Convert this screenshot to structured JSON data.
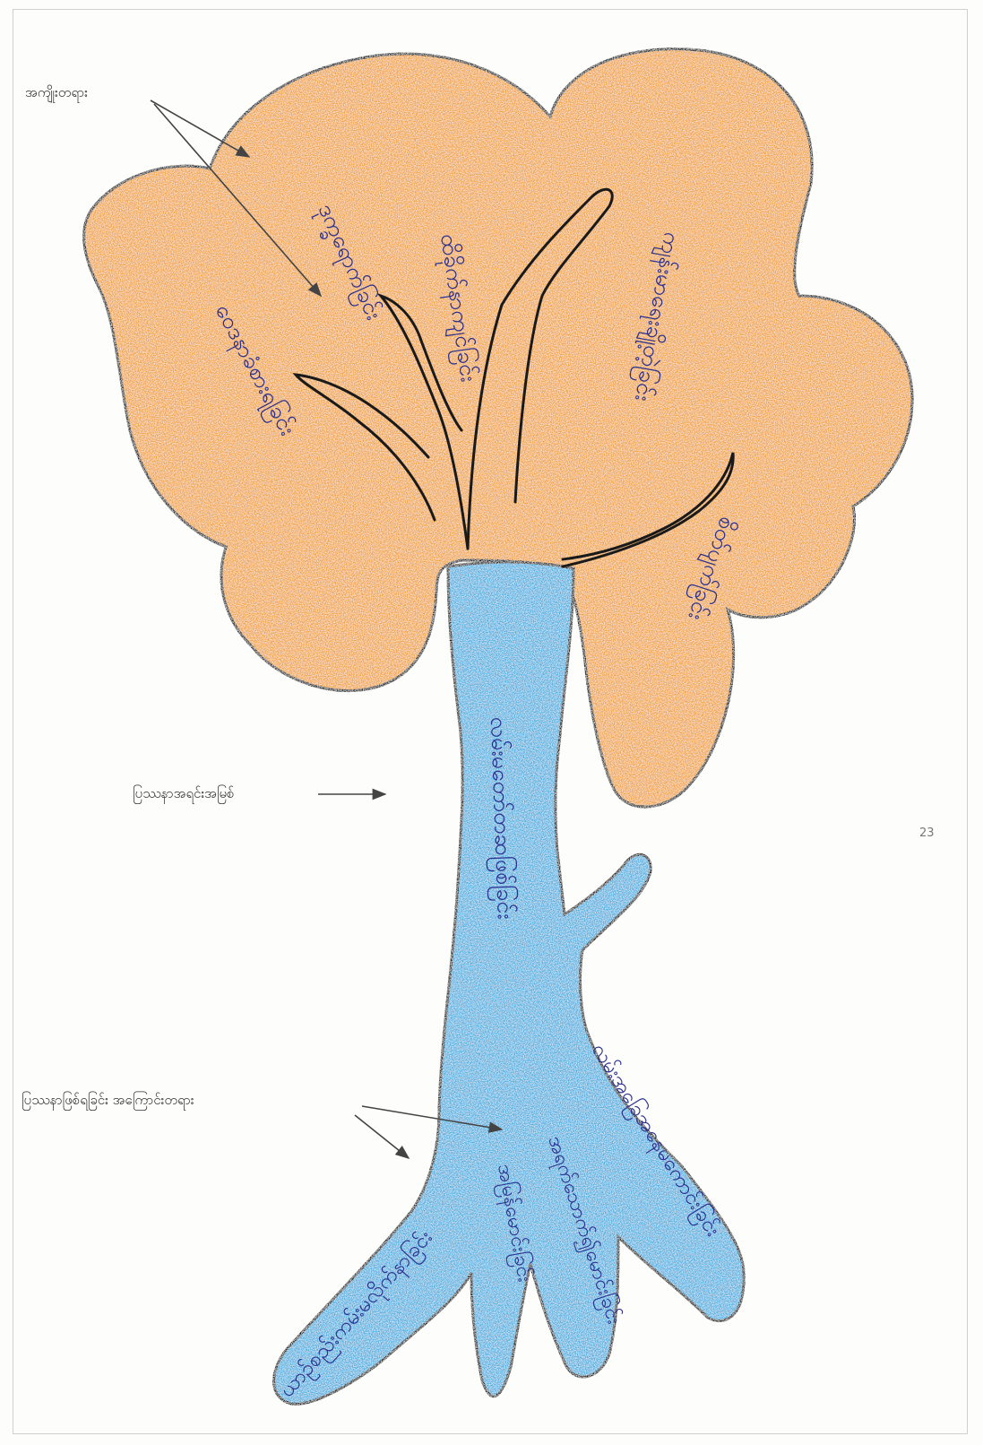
{
  "labels": {
    "fruits": "အကျိုးတရား",
    "core_problem": "ပြဿနာအရင်းအမြစ်",
    "causes": "ပြဿနာဖြစ်ရခြင်း အကြောင်းတရား"
  },
  "page_number": "23",
  "crown_texts": {
    "branch_1": "ဝေဒနာခံစားရခြင်း",
    "branch_2": "ဒုက္ခရောက်ခြင်း",
    "branch_3": "ထိခိုက်နာကျင်ခြင်း",
    "branch_4": "ကျန်းမာရေးချို့တဲ့ခြင်း",
    "branch_5": "စိတ်ပျက်ခြင်း"
  },
  "trunk_text": "လမ်းမတော်တဆဖြစ်ခြင်း",
  "root_texts": {
    "root_1": "ယာဉ်စည်းကမ်းမလိုက်နာခြင်း",
    "root_2": "အမြန်မောင်းခြင်း",
    "root_3": "အရက်သောက်၍မောင်းခြင်း",
    "root_4": "လမ်းအခြေအနေမကောင်းခြင်း"
  },
  "colors": {
    "crown": "#f0a23a",
    "trunk": "#4aaee0",
    "outline": "#1a1a1a",
    "handwriting": "#2a2f8e"
  }
}
